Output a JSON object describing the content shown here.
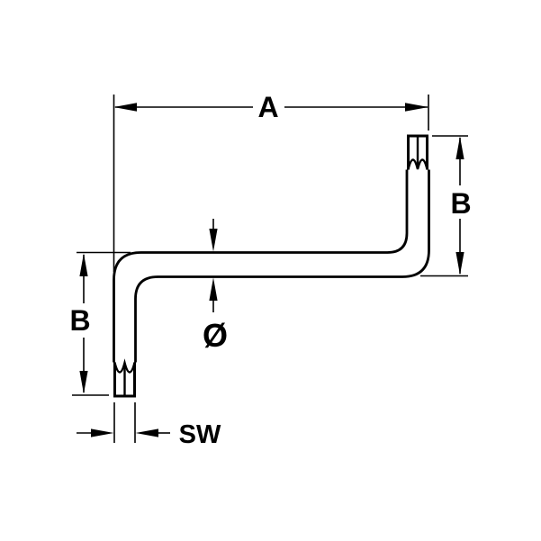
{
  "drawing": {
    "background_color": "#ffffff",
    "line_color": "#000000",
    "subject": "z-shaped-offset-key",
    "labels": {
      "overall_width": "A",
      "right_leg_height": "B",
      "left_leg_height": "B",
      "width_across_flats": "SW",
      "shaft_diameter": "Ø"
    }
  }
}
